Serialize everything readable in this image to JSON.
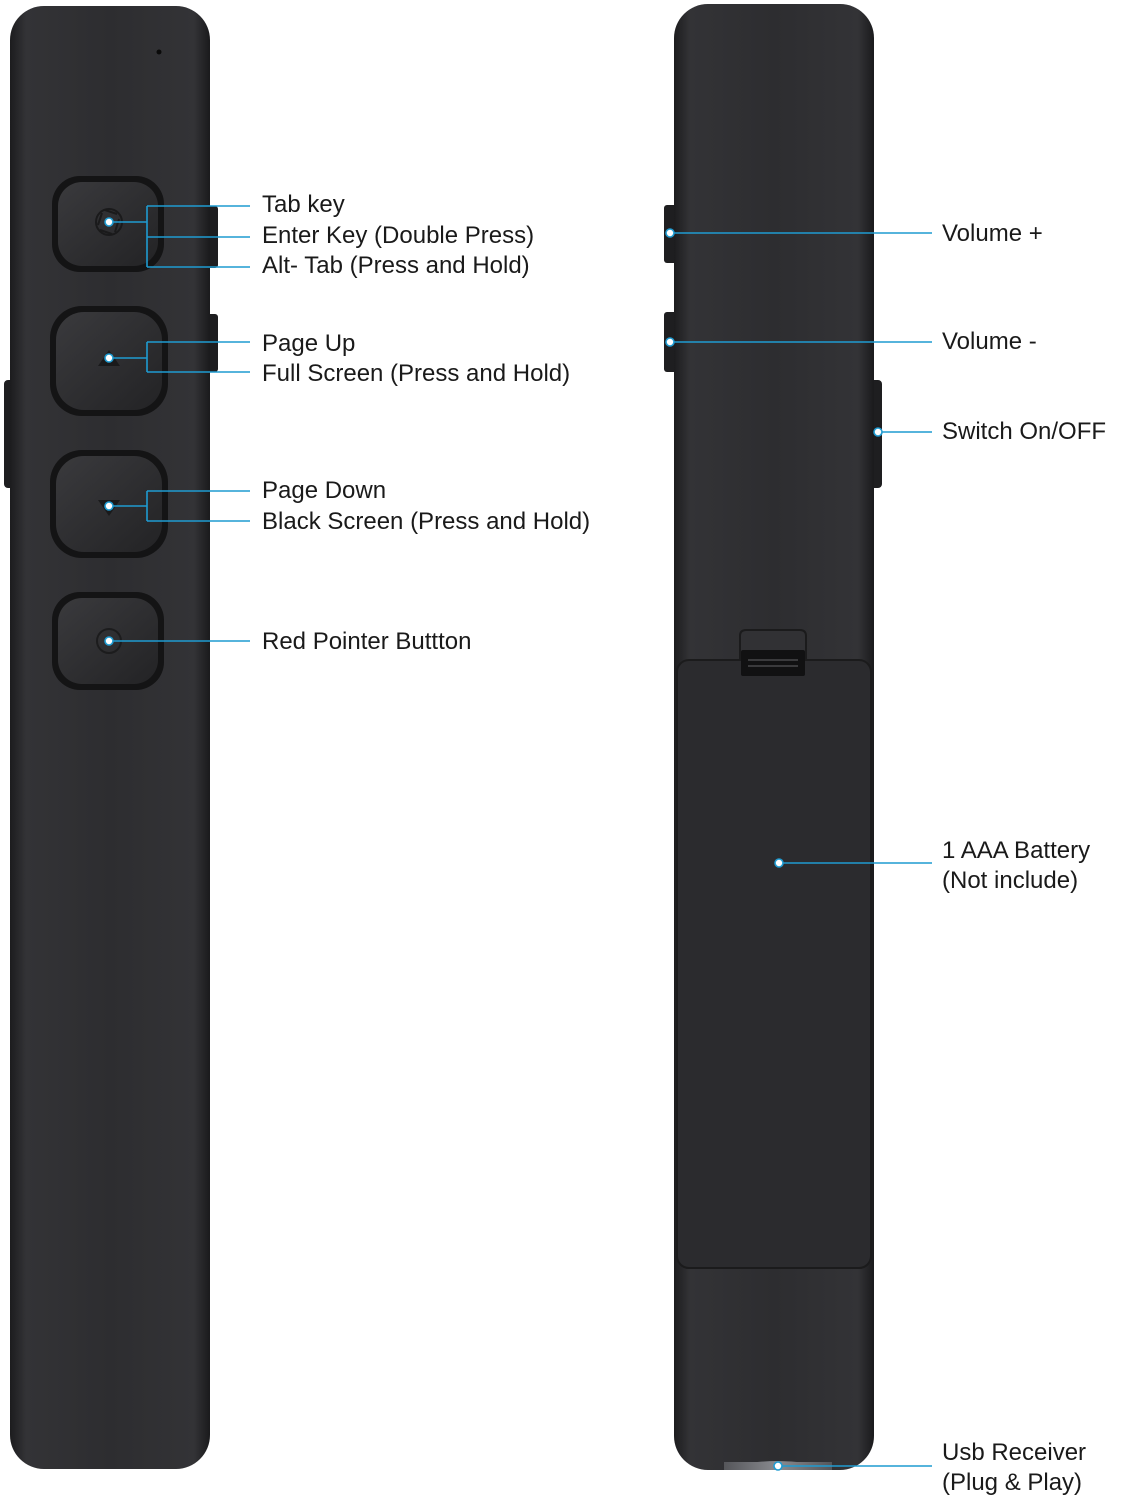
{
  "front_remote": {
    "callouts": {
      "top_button": {
        "line1": "Tab key",
        "line2": "Enter Key (Double Press)",
        "line3": "Alt- Tab (Press and Hold)"
      },
      "up_button": {
        "line1": "Page Up",
        "line2": "Full Screen (Press and Hold)"
      },
      "down_button": {
        "line1": "Page Down",
        "line2": "Black Screen (Press and Hold)"
      },
      "pointer_button": {
        "line1": "Red Pointer Buttton"
      }
    }
  },
  "back_remote": {
    "callouts": {
      "volume_up": "Volume +",
      "volume_down": "Volume -",
      "power_switch": "Switch On/OFF",
      "battery": {
        "line1": "1 AAA Battery",
        "line2": "(Not include)"
      },
      "usb_receiver": {
        "line1": "Usb Receiver",
        "line2": "(Plug & Play)"
      }
    }
  },
  "colors": {
    "callout_line": "#1f9bd1",
    "body_dark": "#2a2a2c",
    "label_text": "#1a1a1a"
  },
  "icons": {
    "top_button": "shutter-icon",
    "up_button": "triangle-up-icon",
    "down_button": "triangle-down-icon",
    "pointer_button": "laser-dot-icon"
  }
}
